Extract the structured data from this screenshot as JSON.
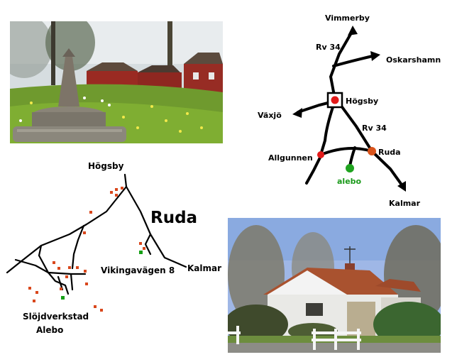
{
  "regional_map": {
    "places": {
      "vimmerby": "Vimmerby",
      "oskarshamn": "Oskarshamn",
      "vaxjo": "Växjö",
      "hogsby": "Högsby",
      "allgunnen": "Allgunnen",
      "ruda": "Ruda",
      "alebo": "alebo",
      "kalmar": "Kalmar"
    },
    "roads": {
      "rv34_north": "Rv 34",
      "rv34_south": "Rv 34"
    },
    "colors": {
      "hogsby": "#e21a1a",
      "allgunnen": "#e21a1a",
      "ruda": "#d9541c",
      "alebo": "#1fa31f"
    }
  },
  "village_map": {
    "title": "Ruda",
    "labels": {
      "hogsby": "Högsby",
      "kalmar": "Kalmar",
      "vikingavagen": "Vikingavägen 8",
      "slojdverkstad": "Slöjdverkstad",
      "alebo": "Alebo"
    },
    "colors": {
      "house": "#d9471c",
      "highlight": "#16a016"
    }
  },
  "photos": {
    "landscape": "garden-cairn-red-houses-photo",
    "house": "white-house-photo"
  }
}
